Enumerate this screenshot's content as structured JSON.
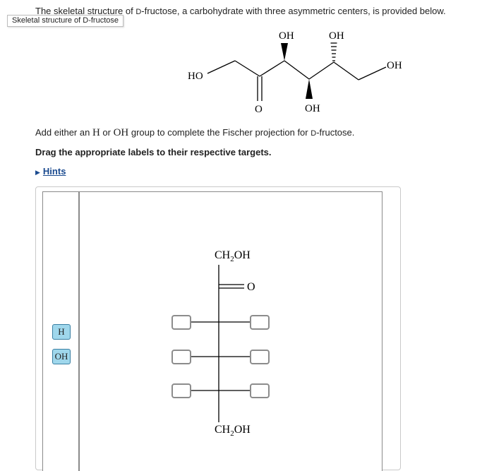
{
  "intro": {
    "before": "The skeletal structure of ",
    "d": "D",
    "after": "-fructose, a carbohydrate with three asymmetric centers, is provided below."
  },
  "structure_tag": "Skeletal structure of D-fructose",
  "skeletal": {
    "ho_left": "HO",
    "oh_top_left": "OH",
    "oh_top_right": "OH",
    "oh_right": "OH",
    "oh_bottom": "OH",
    "carbonyl_o": "O"
  },
  "instruction": {
    "p1": "Add either an ",
    "h": "H",
    "p2": " or ",
    "oh": "OH",
    "p3": " group to complete the Fischer projection for ",
    "d": "D",
    "p4": "-fructose."
  },
  "drag_instruction": "Drag the appropriate labels to their respective targets.",
  "hints_label": "Hints",
  "labels": [
    "H",
    "OH"
  ],
  "fischer": {
    "top_group": "CH",
    "top_sub": "2",
    "top_oh": "OH",
    "carbonyl_o": "O",
    "bottom_group": "CH",
    "bottom_sub": "2",
    "bottom_oh": "OH"
  },
  "colors": {
    "label_fill": "#9fd7ec",
    "link": "#1a4a8f"
  }
}
